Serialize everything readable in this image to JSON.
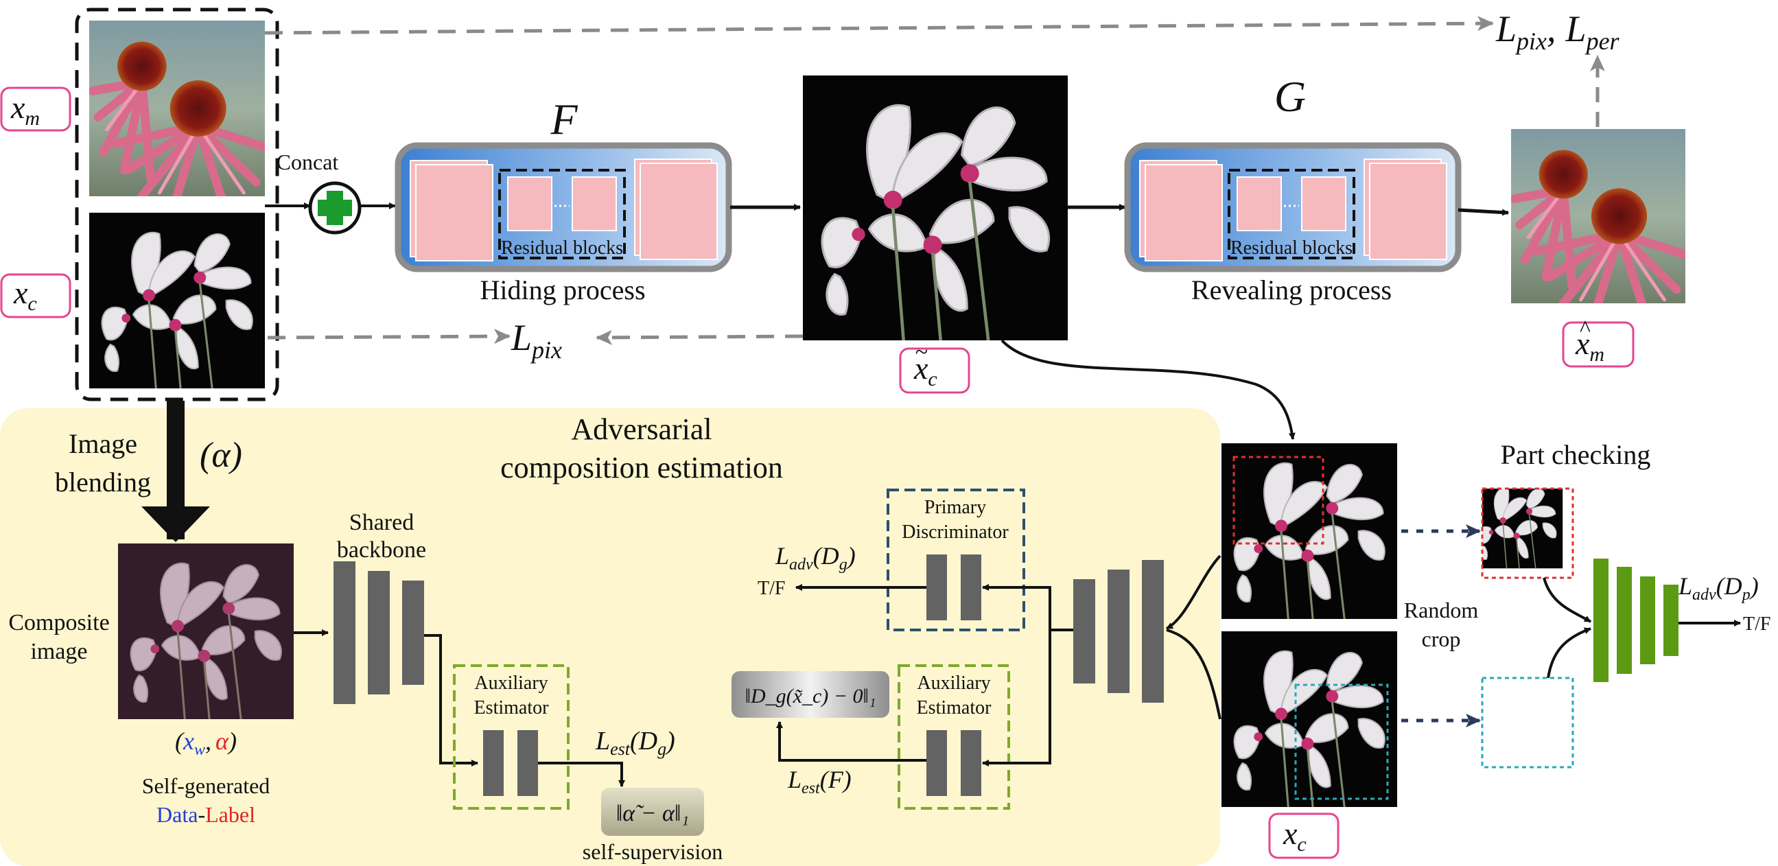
{
  "inputs": {
    "secret_label": "x",
    "secret_sub": "m",
    "cover_label": "x",
    "cover_sub": "c"
  },
  "concat_label": "Concat",
  "hiding": {
    "net_label": "F",
    "residual_label": "Residual blocks",
    "process_label": "Hiding process"
  },
  "revealing": {
    "net_label": "G",
    "residual_label": "Residual blocks",
    "process_label": "Revealing process"
  },
  "container_label": {
    "base": "x",
    "sub": "c",
    "accent": "~"
  },
  "revealed_label": {
    "base": "x",
    "sub": "m",
    "accent": "^"
  },
  "losses": {
    "top": {
      "L1": "L",
      "L1_sub": "pix",
      "sep": ",",
      "L2": "L",
      "L2_sub": "per"
    },
    "mid": {
      "L": "L",
      "sub": "pix"
    }
  },
  "blending": {
    "line1": "Image",
    "line2": "blending",
    "alpha": "(α)"
  },
  "ace_panel": {
    "title_line1": "Adversarial",
    "title_line2": "composition estimation",
    "composite_line1": "Composite",
    "composite_line2": "image",
    "pair_open": "(",
    "pair_xw": "x",
    "pair_xw_sub": "w",
    "pair_sep": ",",
    "pair_alpha": "α",
    "pair_close": ")",
    "self_generated": "Self-generated",
    "data_word": "Data",
    "dash": "-",
    "label_word": "Label",
    "shared_line1": "Shared",
    "shared_line2": "backbone",
    "aux_line1": "Auxiliary",
    "aux_line2": "Estimator",
    "aux2_line1": "Auxiliary",
    "aux2_line2": "Estimator",
    "primary_line1": "Primary",
    "primary_line2": "Discriminator",
    "est_dg": {
      "L": "L",
      "sub": "est",
      "arg": "(D",
      "arg_sub": "g",
      "close": ")"
    },
    "est_f": {
      "L": "L",
      "sub": "est",
      "arg": "(F)"
    },
    "adv_dg": {
      "L": "L",
      "sub": "adv",
      "arg": "(D",
      "arg_sub": "g",
      "close": ")"
    },
    "tf_left": "T/F",
    "selfsup_box": "‖α̃ − α‖₁",
    "selfsup_label": "self-supervision",
    "norm_box": "‖D_g(x̃_c) − 0‖₁"
  },
  "part_checking": {
    "title": "Part checking",
    "random_line1": "Random",
    "random_line2": "crop",
    "adv_dp": {
      "L": "L",
      "sub": "adv",
      "arg": "(D",
      "arg_sub": "p",
      "close": ")"
    },
    "tf_right": "T/F"
  },
  "colors": {
    "panel_bg": "#fdf6cf",
    "net_blue": "#5b93d6",
    "block_pink": "#f6b9bd",
    "block_gray": "#636363",
    "patch_green": "#5d9a14",
    "aux_border": "#7fa92a",
    "primary_border": "#2f4f6f",
    "pink_label_border": "#e6458f",
    "data_blue": "#1f3fd6",
    "label_red": "#e22222",
    "concat_green": "#1a9b2c",
    "dash_gray": "#8a8a8a",
    "navy_arrow": "#2a3a5a"
  }
}
